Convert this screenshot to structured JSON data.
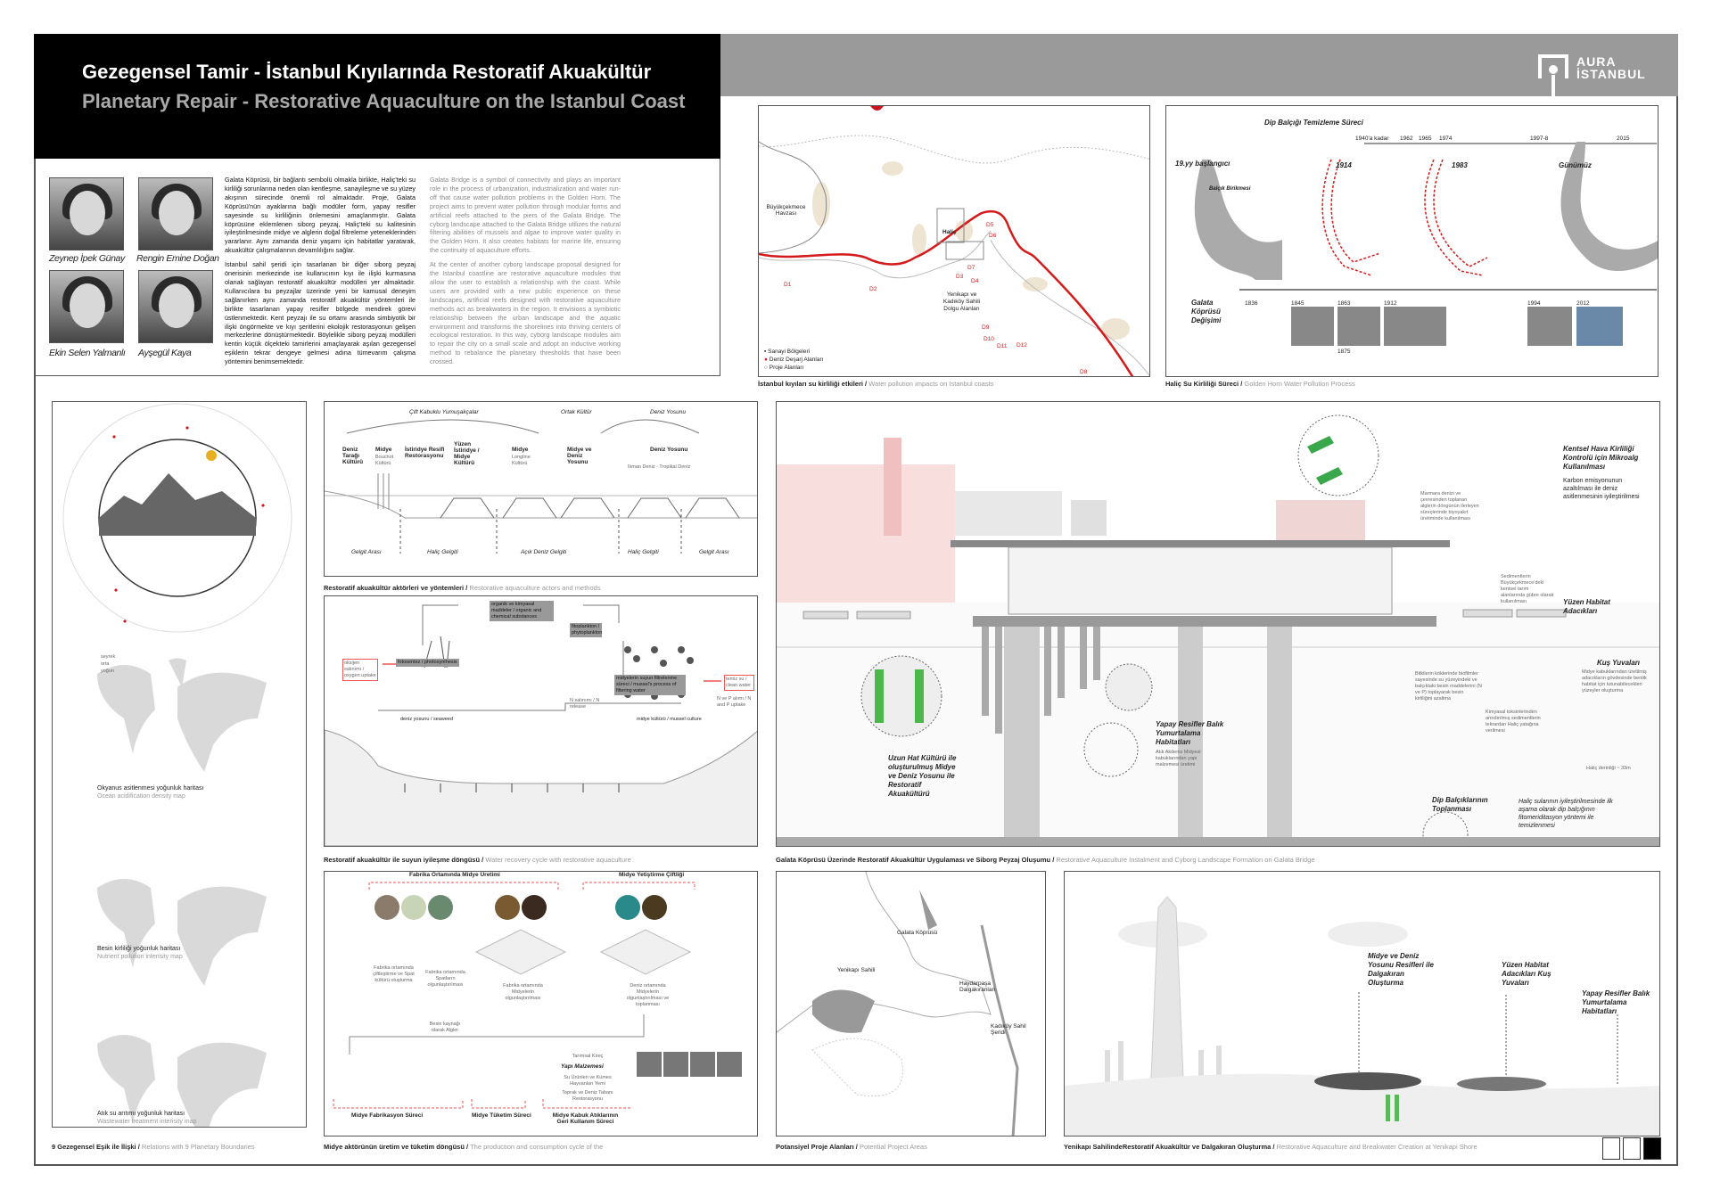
{
  "header": {
    "title": "Gezegensel Tamir - İstanbul Kıyılarında Restoratif Akuakültür",
    "subtitle": "Planetary Repair - Restorative Aquaculture on the Istanbul Coast",
    "logo_line1": "AURA",
    "logo_line2": "İSTANBUL"
  },
  "team": [
    {
      "name": "Zeynep İpek Günay"
    },
    {
      "name": "Rengin Emine Doğan"
    },
    {
      "name": "Ekin Selen Yalmanlı"
    },
    {
      "name": "Ayşegül Kaya"
    }
  ],
  "intro": {
    "tr_p1": "Galata Köprüsü, bir bağlantı sembolü olmakla birlikte, Haliç'teki su kirliliği sorunlarına neden olan kentleşme, sanayileşme ve su yüzey akışının sürecinde önemli rol almaktadır. Proje, Galata Köprüsü'nün ayaklarına bağlı modüler form, yapay resifler sayesinde su kirliliğinin önlemesini amaçlanmıştır. Galata köprüsüne eklemlenen siborg peyzaj, Haliç'teki su kalitesinin iyileştirilmesinde midye ve alglerin doğal filtreleme yeteneklerinden yararlanır. Aynı zamanda deniz yaşamı için habitatlar yaratarak, akuakültür çalışmalarının devamlılığını sağlar.",
    "tr_p2": "İstanbul sahil şeridi için tasarlanan bir diğer siborg peyzaj önerisinin merkezinde ise kullanıcının kıyı ile ilişki kurmasına olanak sağlayan restoratif akuakültür modülleri yer almaktadır. Kullanıcılara bu peyzajlar üzerinde yeni bir kamusal deneyim sağlanırken aynı zamanda restoratif akuakültür yöntemleri ile birlikte tasarlanan yapay resifler bölgede mendirek görevi üstlenmektedir. Kent peyzajı ile su ortamı arasında simbiyotik bir ilişki öngörmekte ve kıyı şeritlerini ekolojik restorasyonun gelişen merkezlerine dönüştürmektedir. Böylelikle siborg peyzaj modülleri kentin küçük ölçekteki tamirlerini amaçlayarak aşılan gezegensel eşiklerin tekrar dengeye gelmesi adına tümevarım çalışma yöntemini benimsemektedir.",
    "en_p1": "Galata Bridge is a symbol of connectivity and plays an important role in the process of urbanization, industrialization and water run-off that cause water pollution problems in the Golden Horn. The project aims to prevent water pollution through modular forms and artificial reefs attached to the piers of the Galata Bridge. The cyborg landscape attached to the Galata Bridge utilizes the natural filtering abilities of mussels and algae to improve water quality in the Golden Horn. It also creates habitats for marine life, ensuring the continuity of aquaculture efforts.",
    "en_p2": "At the center of another cyborg landscape proposal designed for the Istanbul coastline are restorative aquaculture modules that allow the user to establish a relationship with the coast. While users are provided with a new public experience on these landscapes, artificial reefs designed with restorative aquaculture methods act as breakwaters in the region. It envisions a symbiotic relationship between the urban landscape and the aquatic environment and transforms the shorelines into thriving centers of ecological restoration. In this way, cyborg landscape modules aim to repair the city on a small scale and adopt an inductive working method to rebalance the planetary thresholds that have been crossed."
  },
  "map_panel": {
    "labels": {
      "buyukcekmece": "Büyükçekmece Havzası",
      "halic": "Haliç",
      "yenikapi": "Yenikapı ve Kadıköy Sahili Dolgu Alanları"
    },
    "points": [
      "D1",
      "D2",
      "D3",
      "D4",
      "D5",
      "D6",
      "D7",
      "D8",
      "D9",
      "D10",
      "D11",
      "D12"
    ],
    "legend": [
      "Sanayi Bölgeleri",
      "Deniz Deşarj Alanları",
      "Proje Alanları"
    ],
    "caption_tr": "İstanbul kıyıları su kirliliği etkileri /",
    "caption_en": "Water pollution impacts on Istanbul coasts"
  },
  "halic_panel": {
    "timeline_title": "Dip Balçığı Temizleme Süreci",
    "years": [
      "1940'a kadar",
      "1962",
      "1965",
      "1974",
      "1997-8",
      "2015"
    ],
    "eras": [
      "19.yy başlangıcı",
      "1914",
      "1983",
      "Günümüz"
    ],
    "era_note": "Balçık Birikmesi",
    "bridge_title": "Galata Köprüsü Değişimi",
    "bridge_years": [
      "1836",
      "1845",
      "1863",
      "1875",
      "1912",
      "1994",
      "2012"
    ],
    "caption_tr": "Haliç Su Kirliliği Süreci /",
    "caption_en": "Golden Horn Water Pollution Process"
  },
  "planetary_panel": {
    "legend": [
      "seyrek",
      "orta",
      "yoğun"
    ],
    "maps": [
      {
        "tr": "Okyanus asitlenmesi yoğunluk haritası",
        "en": "Ocean acidification density map"
      },
      {
        "tr": "Besin kirliliği yoğunluk haritası",
        "en": "Nutrient pollution intensity map"
      },
      {
        "tr": "Atık su arıtımı yoğunluk haritası",
        "en": "Wastewater treatment intensity map"
      }
    ],
    "caption_tr": "9 Gezegensel Eşik ile İlişki /",
    "caption_en": "Relations with 9 Planetary Boundaries"
  },
  "actors_panel": {
    "groups": [
      "Çift Kabuklu Yumuşakçalar",
      "Ortak Kültür",
      "Deniz Yosunu"
    ],
    "methods": [
      {
        "title": "Deniz Tarağı Kültürü",
        "sub": ""
      },
      {
        "title": "Midye",
        "sub": "Bouchot Kültürü"
      },
      {
        "title": "İstiridye Resifi Restorasyonu",
        "sub": ""
      },
      {
        "title": "Yüzen İstiridye / Midye Kültürü",
        "sub": ""
      },
      {
        "title": "Midye",
        "sub": "Longline Kültürü"
      },
      {
        "title": "Midye ve Deniz Yosunu",
        "sub": ""
      },
      {
        "title": "Deniz Yosunu",
        "sub": "Ilıman Deniz · Tropikal Deniz"
      }
    ],
    "zones": [
      "Gelgit Arası",
      "Haliç Gelgiti",
      "Açık Deniz Gelgiti",
      "Haliç Gelgiti",
      "Gelgit Arası"
    ],
    "caption_tr": "Restoratif akuakültür aktörleri ve yöntemleri /",
    "caption_en": "Restorative aquaculture actors and methods"
  },
  "cycle_panel": {
    "boxes": [
      "organik ve kimyasal maddeler / organic and chemical substances",
      "fitoplankton / phytoplankton",
      "fotosentez / photosynthesis",
      "midyelerin suyun filtrelenme süreci / mussel's process of filtering water"
    ],
    "red_boxes": [
      "oksijen salınımı / oxygen uptake",
      "temiz su / clean water"
    ],
    "notes": [
      "N salınımı / N release",
      "N ve P alımı / N and P uptake"
    ],
    "seaweed": "deniz yosunu / seaweed",
    "mussel": "midye kültürü / mussel culture",
    "caption_tr": "Restoratif akuakültür ile suyun iyileşme döngüsü /",
    "caption_en": "Water recovery cycle with restorative aquaculture"
  },
  "mussel_panel": {
    "top": [
      "Fabrika Ortamında Midye Üretimi",
      "Midye Yetiştirme Çiftliği"
    ],
    "steps": [
      "Fabrika ortamında çiftleştirme ve Spat kültürü oluşturma",
      "Fabrika ortamında Spatların olgunlaştırılması",
      "Fabrika ortamında Midyelerin olgunlaştırılması",
      "Besin kaynağı olarak Algler",
      "Deniz ortamında Midyelerin olgunlaştırılması ve toplanması"
    ],
    "bottom": [
      "Midye Fabrikasyon Süreci",
      "Midye Tüketim Süreci",
      "Midye Kabuk Atıklarının Geri Kullanım Süreci"
    ],
    "reuse": [
      "Tarımsal Kireç",
      "Yapı Malzemesi",
      "Su Ürünleri ve Kümes Hayvanları Yemi",
      "Toprak ve Deniz Tabanı Restorasyonu"
    ],
    "caption_tr": "Midye aktörünün üretim ve tüketim döngüsü /",
    "caption_en": "The production and consumption cycle of the"
  },
  "galata_panel": {
    "callouts": [
      {
        "title": "Kentsel Hava Kirliliği Kontrolü için Mikroalg Kullanılması",
        "text": "Karbon emisyonunun azaltılması ile deniz asitlenmesinin iyileştirilmesi"
      },
      {
        "title": "Yüzen Habitat Adacıkları",
        "text": ""
      },
      {
        "title": "Kuş Yuvaları",
        "text": "Midye kabuklarından üretilmiş adacıkların gövdesinde bentik habitat için tutunabilecekleri yüzeyler oluşturma"
      },
      {
        "title": "Yapay Resifler Balık Yumurtalama Habitatları",
        "text": "Atık Akdeniz Midyesi kabuklarından yapı malzemesi üretimi"
      },
      {
        "title": "Uzun Hat Kültürü ile oluşturulmuş Midye ve Deniz Yosunu ile Restoratif Akuakültürü",
        "text": ""
      },
      {
        "title": "Dip Balçıklarının Toplanması",
        "text": "Haliç sularının iyileştirilmesinde ilk aşama olarak dip balçığının fitomeriditasyon yöntemi ile temizlenmesi"
      }
    ],
    "small_notes": [
      "Marmara denizi ve çevresinden toplanan alglerin döngünün ilerleyen süreçlerinde biyoyakıt üretiminde kullanılması",
      "Sedimentlerin Büyükçekmece'deki kentsel tarım alanlarında gübre olarak kullanılması",
      "Bitkilerin köklerinde biofilmler sayesinde su yüzeyindeki ve balçıktaki besin maddelerini (N ve P) toplayarak besin kirliliğini azaltma",
      "Kimyasal toksinlerinden arındırılmış sedimentlerin tekrardan Haliç yatağına verilmesi",
      "Haliç derinliği ~ 33m"
    ],
    "caption_tr": "Galata Köprüsü Üzerinde Restoratif Akuakültür Uygulaması ve Siborg Peyzaj Oluşumu /",
    "caption_en": "Restorative Aquaculture Instalment and Cyborg Landscape Formation on Galata Bridge"
  },
  "areas_panel": {
    "labels": [
      "Galata Köprüsü",
      "Yenikapı Sahili",
      "Haydarpaşa Dalgakıranları",
      "Kadıköy Sahil Şeridi"
    ],
    "caption_tr": "Potansiyel Proje Alanları /",
    "caption_en": "Potential Project Areas"
  },
  "yenikapi_panel": {
    "labels": [
      "Midye ve Deniz Yosunu Resifleri ile Dalgakıran Oluşturma",
      "Yüzen Habitat Adacıkları Kuş Yuvaları",
      "Yapay Resifler Balık Yumurtalama Habitatları"
    ],
    "caption_tr": "Yenikapı SahilindeRestoratif Akuakültür ve Dalgakıran Oluşturma /",
    "caption_en": "Restorative Aquaculture and Breakwater Creation at Yenikapi Shore"
  },
  "page_indicator": {
    "total": 3,
    "current": 3
  }
}
